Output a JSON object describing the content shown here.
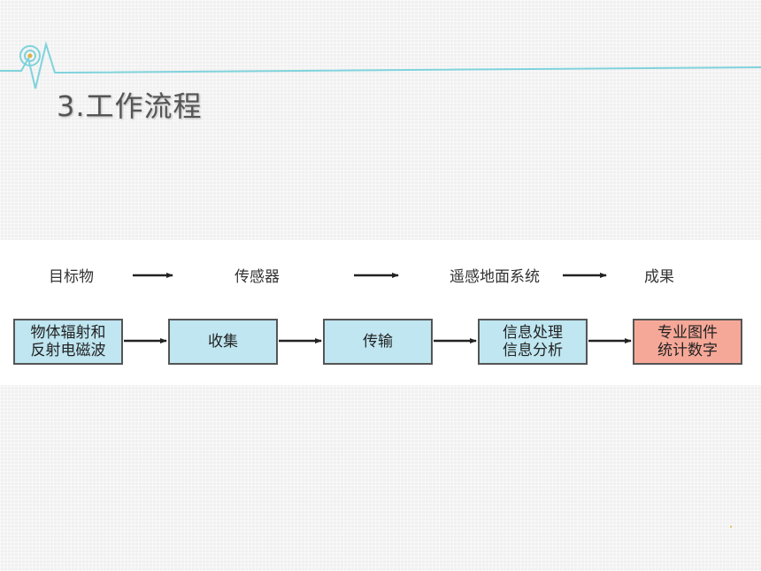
{
  "slide": {
    "title": "3.工作流程"
  },
  "diagram": {
    "stages": [
      "目标物",
      "传感器",
      "遥感地面系统",
      "成果"
    ],
    "boxes": [
      {
        "line1": "物体辐射和",
        "line2": "反射电磁波"
      },
      {
        "line1": "收集",
        "line2": ""
      },
      {
        "line1": "传输",
        "line2": ""
      },
      {
        "line1": "信息处理",
        "line2": "信息分析"
      },
      {
        "line1": "专业图件",
        "line2": "统计数字"
      }
    ],
    "colors": {
      "box_blue": "#bfe6f1",
      "box_red": "#f6a898",
      "accent": "#7fd3dc"
    }
  }
}
